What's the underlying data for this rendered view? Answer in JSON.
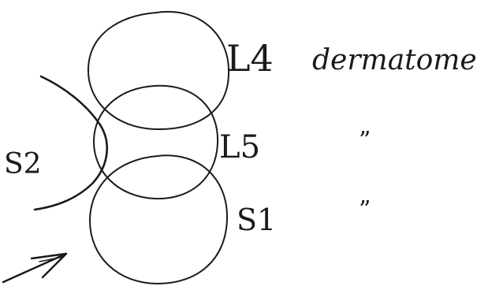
{
  "labels": {
    "l4": "L4",
    "dermatome": "dermatome",
    "l5": "L5",
    "ditto_l5": "”",
    "s1": "S1",
    "ditto_s1": "”",
    "s2": "S2"
  },
  "colors": {
    "ink": "#1a1a1a",
    "paper": "#ffffff"
  },
  "icons": {
    "arrow": "arrow-icon"
  }
}
